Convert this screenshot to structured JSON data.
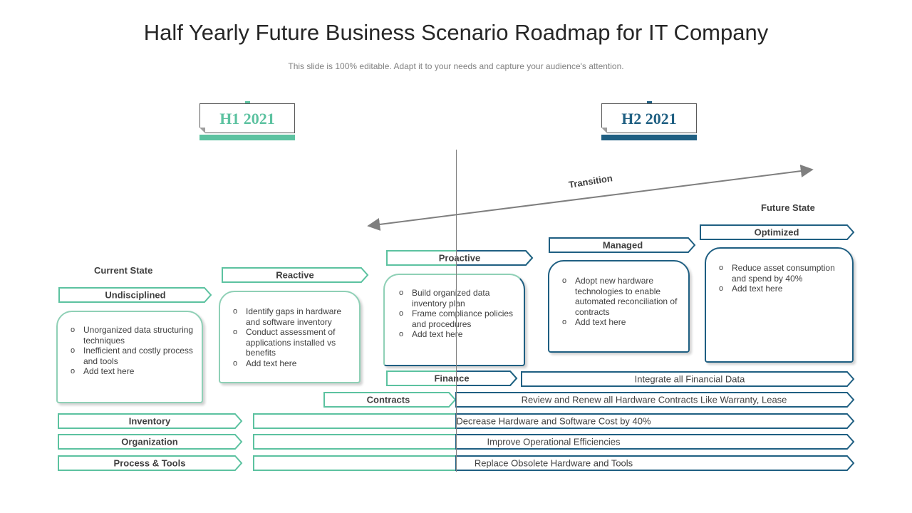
{
  "title": "Half Yearly Future Business Scenario Roadmap for IT Company",
  "subtitle": "This slide is 100% editable. Adapt it to your needs and capture your audience's attention.",
  "colors": {
    "green": "#5cc2a0",
    "green_light": "#8fd0b6",
    "blue": "#1f5f82",
    "text": "#404040"
  },
  "headers": [
    {
      "label": "H1 2021",
      "color": "#5cc2a0"
    },
    {
      "label": "H2 2021",
      "color": "#1f5f82"
    }
  ],
  "transition_label": "Transition",
  "current_state_label": "Current State",
  "future_state_label": "Future State",
  "stages": [
    {
      "label": "Undisciplined",
      "items": [
        "Unorganized data structuring techniques",
        "Inefficient and costly process and tools",
        "Add text here"
      ]
    },
    {
      "label": "Reactive",
      "items": [
        "Identify gaps in hardware and software inventory",
        "Conduct assessment of applications installed vs benefits",
        "Add text here"
      ]
    },
    {
      "label": "Proactive",
      "items": [
        "Build organized data inventory plan",
        "Frame compliance policies and procedures",
        "Add text here"
      ]
    },
    {
      "label": "Managed",
      "items": [
        "Adopt new hardware technologies to enable automated reconciliation of contracts",
        "Add text here"
      ]
    },
    {
      "label": "Optimized",
      "items": [
        "Reduce asset consumption and spend by 40%",
        "Add text here"
      ]
    }
  ],
  "rows": [
    {
      "label": "Finance",
      "bar": "Integrate all Financial Data"
    },
    {
      "label": "Contracts",
      "bar": "Review and Renew all Hardware Contracts Like Warranty, Lease"
    },
    {
      "label": "Inventory",
      "bar": "Decrease Hardware and Software Cost by 40%"
    },
    {
      "label": "Organization",
      "bar": "Improve Operational Efficiencies"
    },
    {
      "label": "Process & Tools",
      "bar": "Replace Obsolete Hardware and Tools"
    }
  ]
}
